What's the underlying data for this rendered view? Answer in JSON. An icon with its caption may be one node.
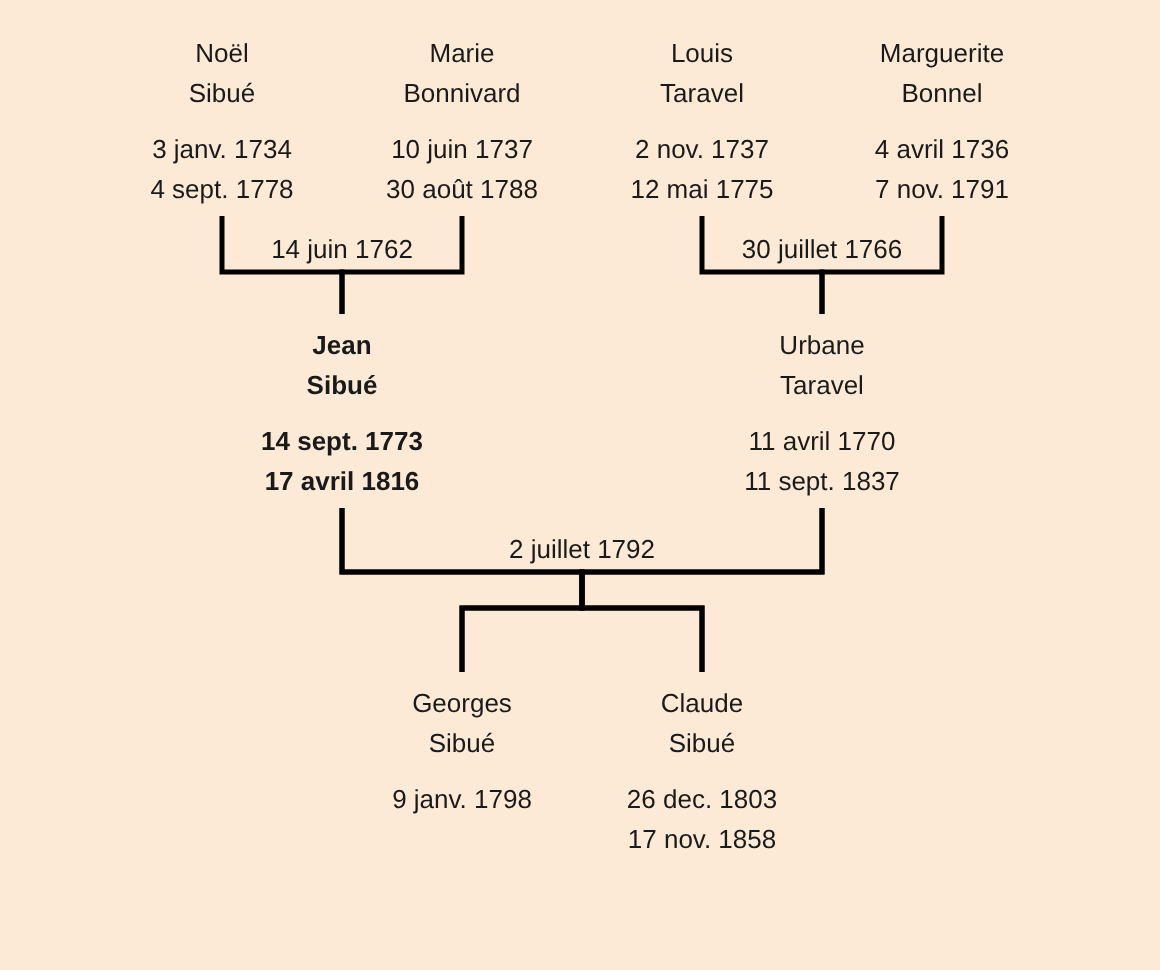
{
  "diagram": {
    "nodes": [
      {
        "text": [
          "Noël Sibué",
          "3 janv. 1734",
          "4 sept. 1778"
        ]
      },
      {
        "text": [
          "Marie Bonnivard",
          "10 juin 1737",
          "30 août 1788"
        ]
      },
      {
        "text": [
          "Louis Taravel",
          "2 nov. 1737",
          "12 mai 1775"
        ]
      },
      {
        "text": [
          "Marguerite Bonnel",
          "4 avril 1736",
          "7 nov. 1791"
        ]
      },
      {
        "text": [
          "Jean Sibué",
          "14 sept. 1773",
          "17 avril 1816"
        ]
      },
      {
        "text": [
          "Urbane Taravel",
          "11 avril 1770",
          "11 sept. 1837"
        ]
      },
      {
        "text": [
          "Georges Sibué",
          "9 janv. 1798"
        ]
      },
      {
        "text": [
          "Claude Sibué",
          "26 dec. 1803",
          "17 nov. 1858"
        ]
      }
    ],
    "edges": [
      {
        "from": 0,
        "to": 4,
        "arrow": "none",
        "label": "14 juin 1762"
      },
      {
        "from": 1,
        "to": 4,
        "arrow": "none"
      },
      {
        "from": 2,
        "to": 5,
        "arrow": "none",
        "label": "30 juillet 1766"
      },
      {
        "from": 3,
        "to": 5,
        "arrow": "none"
      },
      {
        "from": 4,
        "to": 6,
        "arrow": "none",
        "label": "2 juillet 1792"
      },
      {
        "from": 4,
        "to": 7,
        "arrow": "none"
      },
      {
        "from": 5,
        "to": 6,
        "arrow": "none"
      },
      {
        "from": 5,
        "to": 7,
        "arrow": "none"
      }
    ]
  }
}
